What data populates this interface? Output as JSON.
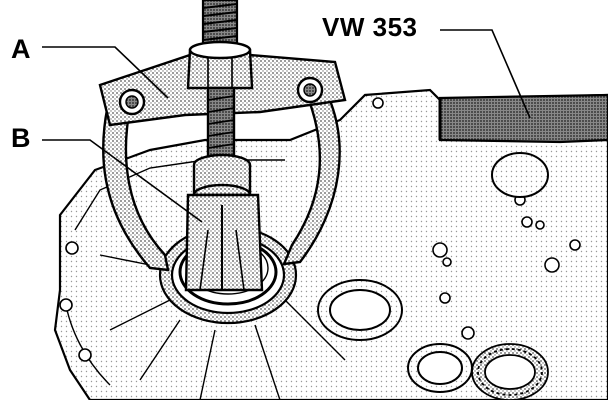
{
  "labels": {
    "a": "A",
    "b": "B",
    "tool": "VW 353"
  },
  "colors": {
    "ink": "#000000",
    "shade": "#9a9a9a",
    "light_shade": "#c8c8c8",
    "background": "#ffffff"
  }
}
